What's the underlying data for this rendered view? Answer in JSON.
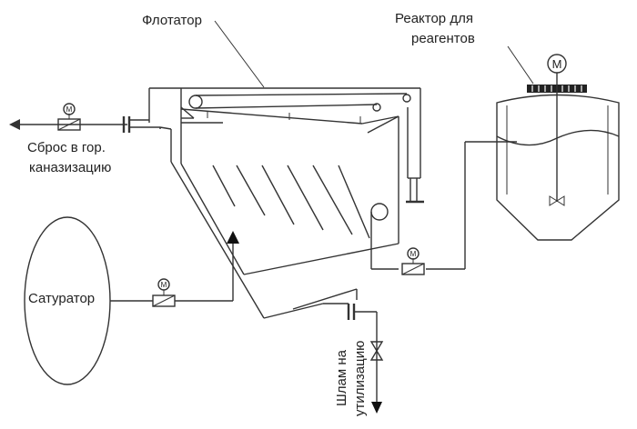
{
  "labels": {
    "flotator": "Флотатор",
    "reactor_line1": "Реактор для",
    "reactor_line2": "реагентов",
    "discharge_line1": "Сброс в гор.",
    "discharge_line2": "каназизацию",
    "saturator": "Сатуратор",
    "sludge_line1": "Шлам на",
    "sludge_line2": "утилизацию",
    "motor_symbol": "M"
  },
  "colors": {
    "line": "#333333",
    "text": "#222222",
    "background": "#ffffff"
  }
}
